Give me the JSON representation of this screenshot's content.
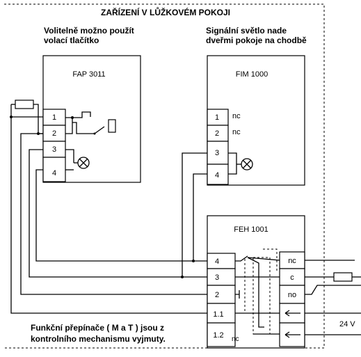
{
  "room_title": "ZAŘÍZENÍ V LŮŽKOVÉM POKOJI",
  "note_left_line1": "Volitelně možno použít",
  "note_left_line2": "volací tlačítko",
  "note_right_line1": "Signální světlo nade",
  "note_right_line2": "dveřmi pokoje na chodbě",
  "fap": {
    "title": "FAP 3011",
    "terminals": [
      "1",
      "2",
      "3",
      "4"
    ]
  },
  "fim": {
    "title": "FIM 1000",
    "terminals": [
      "1",
      "2",
      "3",
      "4"
    ],
    "nc1": "nc",
    "nc2": "nc"
  },
  "feh": {
    "title": "FEH 1001",
    "terminals": [
      "4",
      "3",
      "2",
      "1.1",
      "1.2"
    ],
    "nc_bottom": "nc",
    "relay": [
      "nc",
      "c",
      "no"
    ]
  },
  "supply_label": "24 V",
  "footnote_line1": "Funkční přepínače ( M a T ) jsou z",
  "footnote_line2": "kontrolního mechanismu vyjmuty."
}
